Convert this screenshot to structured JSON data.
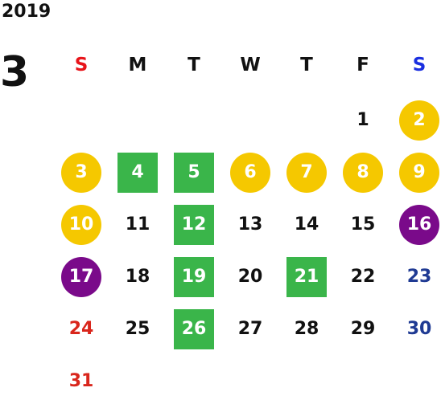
{
  "calendar": {
    "year": "2019",
    "month": "3",
    "weekdays": [
      "S",
      "M",
      "T",
      "W",
      "T",
      "F",
      "S"
    ],
    "weekday_colors": [
      "#e8141a",
      "#111111",
      "#111111",
      "#111111",
      "#111111",
      "#111111",
      "#1a2fe0"
    ],
    "days": [
      {
        "label": "1",
        "col": 5,
        "row": 0,
        "style": "plain",
        "color": "#111111"
      },
      {
        "label": "2",
        "col": 6,
        "row": 0,
        "style": "circle",
        "color": "#f5c800"
      },
      {
        "label": "3",
        "col": 0,
        "row": 1,
        "style": "circle",
        "color": "#f5c800"
      },
      {
        "label": "4",
        "col": 1,
        "row": 1,
        "style": "square",
        "color": "#3ab54a"
      },
      {
        "label": "5",
        "col": 2,
        "row": 1,
        "style": "square",
        "color": "#3ab54a"
      },
      {
        "label": "6",
        "col": 3,
        "row": 1,
        "style": "circle",
        "color": "#f5c800"
      },
      {
        "label": "7",
        "col": 4,
        "row": 1,
        "style": "circle",
        "color": "#f5c800"
      },
      {
        "label": "8",
        "col": 5,
        "row": 1,
        "style": "circle",
        "color": "#f5c800"
      },
      {
        "label": "9",
        "col": 6,
        "row": 1,
        "style": "circle",
        "color": "#f5c800"
      },
      {
        "label": "10",
        "col": 0,
        "row": 2,
        "style": "circle",
        "color": "#f5c800"
      },
      {
        "label": "11",
        "col": 1,
        "row": 2,
        "style": "plain",
        "color": "#111111"
      },
      {
        "label": "12",
        "col": 2,
        "row": 2,
        "style": "square",
        "color": "#3ab54a"
      },
      {
        "label": "13",
        "col": 3,
        "row": 2,
        "style": "plain",
        "color": "#111111"
      },
      {
        "label": "14",
        "col": 4,
        "row": 2,
        "style": "plain",
        "color": "#111111"
      },
      {
        "label": "15",
        "col": 5,
        "row": 2,
        "style": "plain",
        "color": "#111111"
      },
      {
        "label": "16",
        "col": 6,
        "row": 2,
        "style": "circle",
        "color": "#7a0a8a"
      },
      {
        "label": "17",
        "col": 0,
        "row": 3,
        "style": "circle",
        "color": "#7a0a8a"
      },
      {
        "label": "18",
        "col": 1,
        "row": 3,
        "style": "plain",
        "color": "#111111"
      },
      {
        "label": "19",
        "col": 2,
        "row": 3,
        "style": "square",
        "color": "#3ab54a"
      },
      {
        "label": "20",
        "col": 3,
        "row": 3,
        "style": "plain",
        "color": "#111111"
      },
      {
        "label": "21",
        "col": 4,
        "row": 3,
        "style": "square",
        "color": "#3ab54a"
      },
      {
        "label": "22",
        "col": 5,
        "row": 3,
        "style": "plain",
        "color": "#111111"
      },
      {
        "label": "23",
        "col": 6,
        "row": 3,
        "style": "plain",
        "color": "#1f3a93"
      },
      {
        "label": "24",
        "col": 0,
        "row": 4,
        "style": "plain",
        "color": "#d9261c"
      },
      {
        "label": "25",
        "col": 1,
        "row": 4,
        "style": "plain",
        "color": "#111111"
      },
      {
        "label": "26",
        "col": 2,
        "row": 4,
        "style": "square",
        "color": "#3ab54a"
      },
      {
        "label": "27",
        "col": 3,
        "row": 4,
        "style": "plain",
        "color": "#111111"
      },
      {
        "label": "28",
        "col": 4,
        "row": 4,
        "style": "plain",
        "color": "#111111"
      },
      {
        "label": "29",
        "col": 5,
        "row": 4,
        "style": "plain",
        "color": "#111111"
      },
      {
        "label": "30",
        "col": 6,
        "row": 4,
        "style": "plain",
        "color": "#1f3a93"
      },
      {
        "label": "31",
        "col": 0,
        "row": 5,
        "style": "plain",
        "color": "#d9261c"
      }
    ]
  }
}
